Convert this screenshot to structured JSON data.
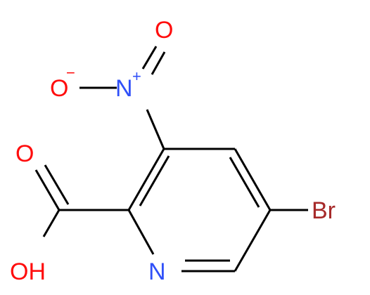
{
  "colors": {
    "oxygen": "#ff0d0d",
    "nitrogen": "#3050f8",
    "bromine": "#a62929",
    "bond": "#000000",
    "background": "#ffffff"
  },
  "atoms": {
    "nitro_o_double": "O",
    "nitro_o_minus": "O",
    "nitro_o_minus_charge": "−",
    "nitro_n": "N",
    "nitro_n_charge": "+",
    "acid_o_double": "O",
    "acid_oh": "OH",
    "ring_n": "N",
    "br": "Br"
  }
}
